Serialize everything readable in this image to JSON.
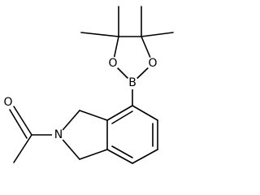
{
  "atoms": {
    "boron": "B",
    "oxygen_left": "O",
    "oxygen_right": "O",
    "oxygen_carbonyl": "O",
    "nitrogen": "N"
  }
}
